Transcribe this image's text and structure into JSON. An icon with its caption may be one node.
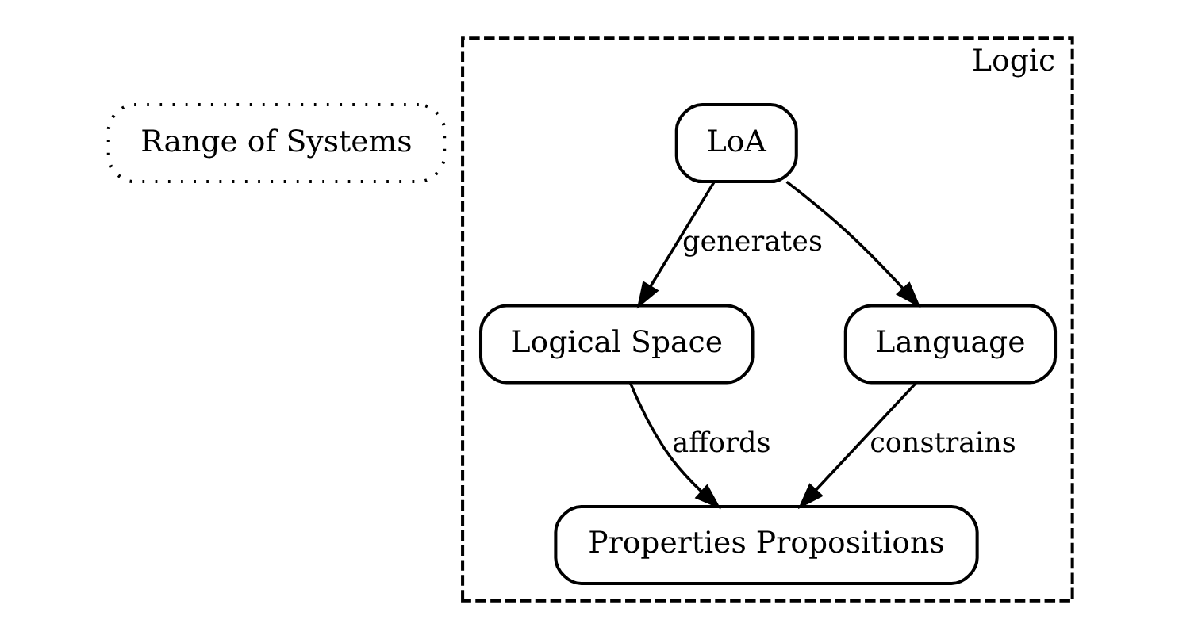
{
  "diagram": {
    "nodes": [
      {
        "text": [
          "Range of Systems"
        ]
      },
      {
        "text": [
          "Logic"
        ]
      },
      {
        "text": [
          "LoA"
        ],
        "in": 1
      },
      {
        "text": [
          "Properties Propositions"
        ],
        "in": 1
      },
      {
        "text": [
          "Logical Space"
        ],
        "in": 1
      },
      {
        "text": [
          "Language"
        ],
        "in": 1
      }
    ],
    "edges": [
      {
        "from": 2,
        "to": 4,
        "arrow": "to",
        "label": "generates"
      },
      {
        "from": 2,
        "to": 5,
        "arrow": "to"
      },
      {
        "from": 4,
        "to": 3,
        "arrow": "to",
        "label": "affords"
      },
      {
        "from": 5,
        "to": 3,
        "arrow": "to",
        "label": "constrains"
      }
    ]
  }
}
